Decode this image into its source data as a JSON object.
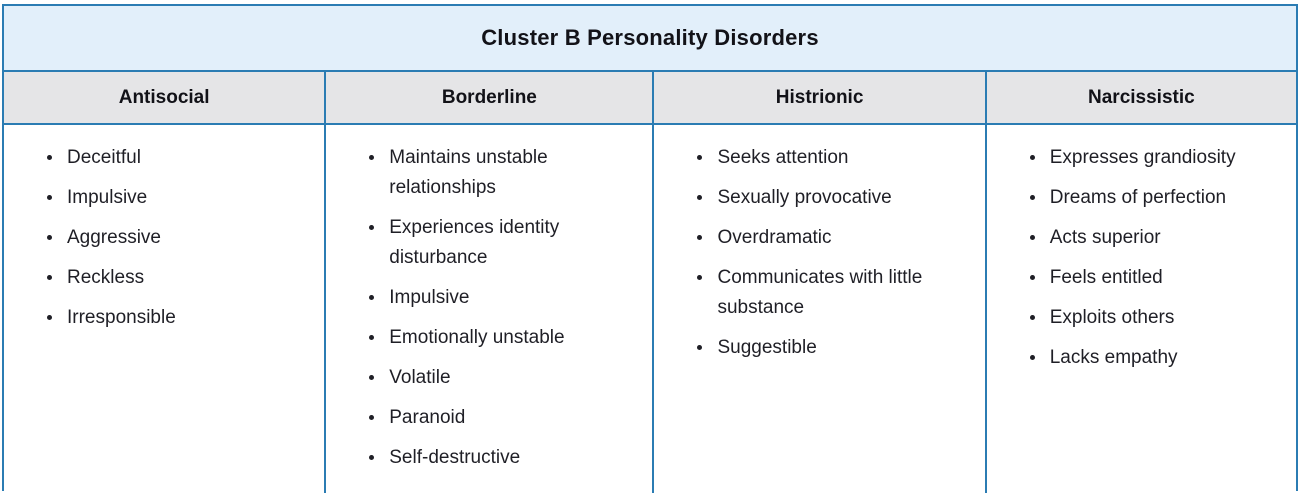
{
  "table": {
    "title": "Cluster B Personality Disorders",
    "columns": [
      {
        "header": "Antisocial",
        "items": [
          "Deceitful",
          "Impulsive",
          "Aggressive",
          "Reckless",
          "Irresponsible"
        ]
      },
      {
        "header": "Borderline",
        "items": [
          "Maintains unstable relationships",
          "Experiences identity disturbance",
          "Impulsive",
          "Emotionally unstable",
          "Volatile",
          "Paranoid",
          "Self-destructive"
        ]
      },
      {
        "header": "Histrionic",
        "items": [
          "Seeks attention",
          "Sexually provocative",
          "Overdramatic",
          "Communicates with little substance",
          "Suggestible"
        ]
      },
      {
        "header": "Narcissistic",
        "items": [
          "Expresses grandiosity",
          "Dreams of perfection",
          "Acts superior",
          "Feels entitled",
          "Exploits others",
          "Lacks empathy"
        ]
      }
    ],
    "colors": {
      "border": "#2b7cb3",
      "title_bg": "#e2effa",
      "header_bg": "#e5e5e7",
      "body_bg": "#ffffff",
      "text": "#1f1f26"
    }
  }
}
